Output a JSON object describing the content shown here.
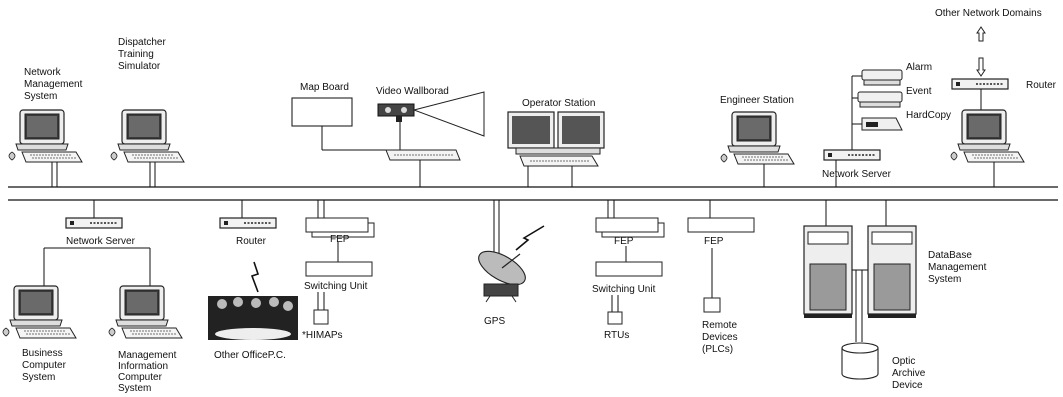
{
  "labels": {
    "other_domains": "Other Network Domains",
    "router_top": "Router",
    "alarm": "Alarm",
    "event": "Event",
    "hardcopy": "HardCopy",
    "network_mgmt": [
      "Network",
      "Management",
      "System"
    ],
    "dispatcher": [
      "Dispatcher",
      "Training",
      "Simulator"
    ],
    "map_board": "Map Board",
    "video_wall": "Video Wallborad",
    "operator_station": "Operator Station",
    "engineer_station": "Engineer Station",
    "network_server_right": "Network Server",
    "network_server_left": "Network Server",
    "router_left": "Router",
    "fep_1": "FEP",
    "switching_1": "Switching Unit",
    "himaps": "*HIMAPs",
    "gps": "GPS",
    "fep_2": "FEP",
    "switching_2": "Switching Unit",
    "rtus": "RTUs",
    "fep_3": "FEP",
    "remote_devices": [
      "Remote",
      "Devices",
      "(PLCs)"
    ],
    "database": [
      "DataBase",
      "Management",
      "System"
    ],
    "optic": [
      "Optic",
      "Archive",
      "Device"
    ],
    "business": [
      "Business",
      "Computer",
      "System"
    ],
    "mis": [
      "Management",
      "Information",
      "Computer",
      "System"
    ],
    "other_office": "Other OfficeP.C."
  },
  "icons": {
    "computer": "computer-icon",
    "router": "router-icon",
    "printer": "printer-icon",
    "satellite": "satellite-dish-icon",
    "server": "server-cabinet-icon",
    "disk": "disk-drum-icon",
    "people": "meeting-people-icon",
    "projector": "projector-icon"
  }
}
